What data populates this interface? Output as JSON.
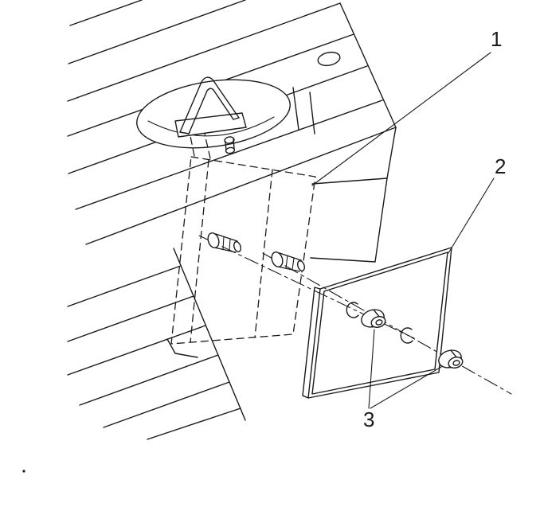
{
  "figure": {
    "kind": "exploded-parts-line-drawing",
    "colors": {
      "line": "#1a1a1a",
      "background": "#ffffff"
    },
    "callouts": [
      {
        "label": "1"
      },
      {
        "label": "2"
      },
      {
        "label": "3"
      }
    ]
  }
}
